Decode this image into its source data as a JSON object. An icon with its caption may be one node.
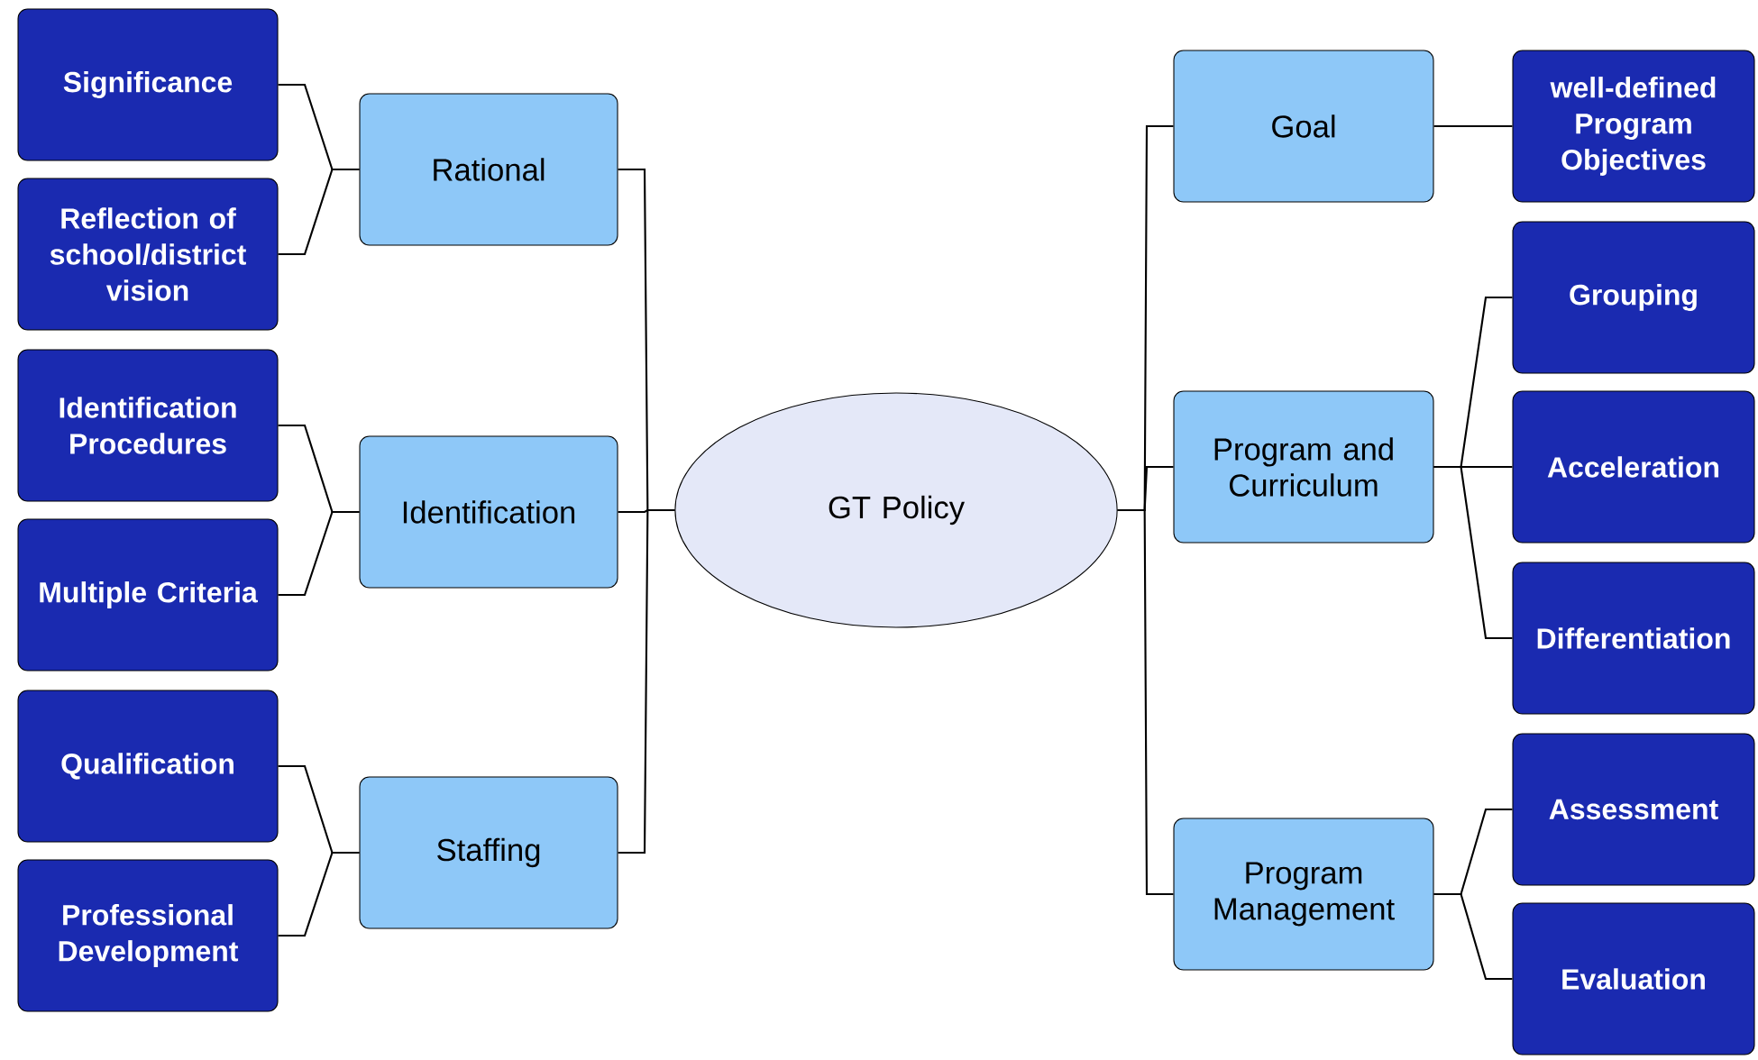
{
  "diagram": {
    "nodes": [
      {
        "text": [
          "GT Policy"
        ]
      },
      {
        "text": [
          "Rational"
        ]
      },
      {
        "text": [
          "Identification"
        ]
      },
      {
        "text": [
          "Staffing"
        ]
      },
      {
        "text": [
          "Significance"
        ]
      },
      {
        "text": [
          "Reflection of school/district vision"
        ]
      },
      {
        "text": [
          "Identification Procedures"
        ]
      },
      {
        "text": [
          "Multiple Criteria"
        ]
      },
      {
        "text": [
          "Qualification"
        ]
      },
      {
        "text": [
          "Professional Development"
        ]
      },
      {
        "text": [
          "Goal"
        ]
      },
      {
        "text": [
          "Program and Curriculum"
        ]
      },
      {
        "text": [
          "Program Management"
        ]
      },
      {
        "text": [
          "well-defined Program Objectives"
        ]
      },
      {
        "text": [
          "Grouping"
        ]
      },
      {
        "text": [
          "Acceleration"
        ]
      },
      {
        "text": [
          "Differentiation"
        ]
      },
      {
        "text": [
          "Assessment"
        ]
      },
      {
        "text": [
          "Evaluation"
        ]
      }
    ],
    "edges": [
      {
        "from": 0,
        "to": 1,
        "arrow": "none"
      },
      {
        "from": 0,
        "to": 2,
        "arrow": "none"
      },
      {
        "from": 0,
        "to": 3,
        "arrow": "none"
      },
      {
        "from": 1,
        "to": 4,
        "arrow": "none"
      },
      {
        "from": 1,
        "to": 5,
        "arrow": "none"
      },
      {
        "from": 2,
        "to": 6,
        "arrow": "none"
      },
      {
        "from": 2,
        "to": 7,
        "arrow": "none"
      },
      {
        "from": 3,
        "to": 8,
        "arrow": "none"
      },
      {
        "from": 3,
        "to": 9,
        "arrow": "none"
      },
      {
        "from": 0,
        "to": 10,
        "arrow": "none"
      },
      {
        "from": 0,
        "to": 11,
        "arrow": "none"
      },
      {
        "from": 0,
        "to": 12,
        "arrow": "none"
      },
      {
        "from": 10,
        "to": 13,
        "arrow": "none"
      },
      {
        "from": 11,
        "to": 14,
        "arrow": "none"
      },
      {
        "from": 11,
        "to": 15,
        "arrow": "none"
      },
      {
        "from": 11,
        "to": 16,
        "arrow": "none"
      },
      {
        "from": 12,
        "to": 17,
        "arrow": "none"
      },
      {
        "from": 12,
        "to": 18,
        "arrow": "none"
      }
    ]
  }
}
